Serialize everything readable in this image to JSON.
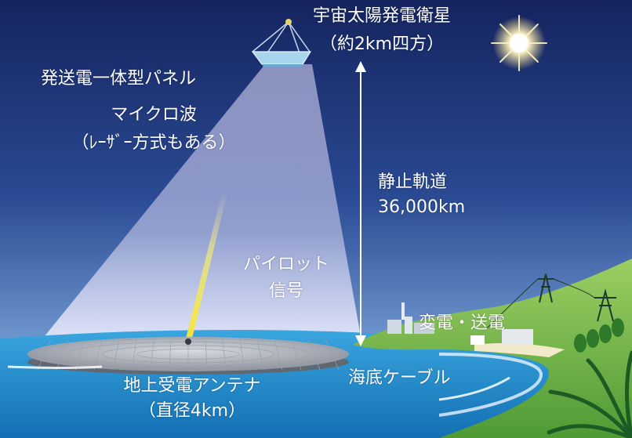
{
  "satellite": {
    "title": "宇宙太陽発電衛星",
    "size": "（約2km四方）"
  },
  "panel_label": "発送電一体型パネル",
  "beam": {
    "line1": "マイクロ波",
    "line2": "（ﾚｰｻﾞｰ方式もある）"
  },
  "orbit": {
    "line1": "静止軌道",
    "line2": "36,000km"
  },
  "pilot": {
    "line1": "パイロット",
    "line2": "信号"
  },
  "grid_label": "変電・送電",
  "cable_label": "海底ケーブル",
  "antenna": {
    "line1": "地上受電アンテナ",
    "line2": "（直径4km）"
  },
  "colors": {
    "sky_top": "#1a2a6e",
    "sky_bottom": "#8fb2dd",
    "sea": "#1f86c8",
    "land": "#7dbb4a",
    "beam": "#d8d4f2",
    "pilot_beam": "#f6e94a"
  }
}
